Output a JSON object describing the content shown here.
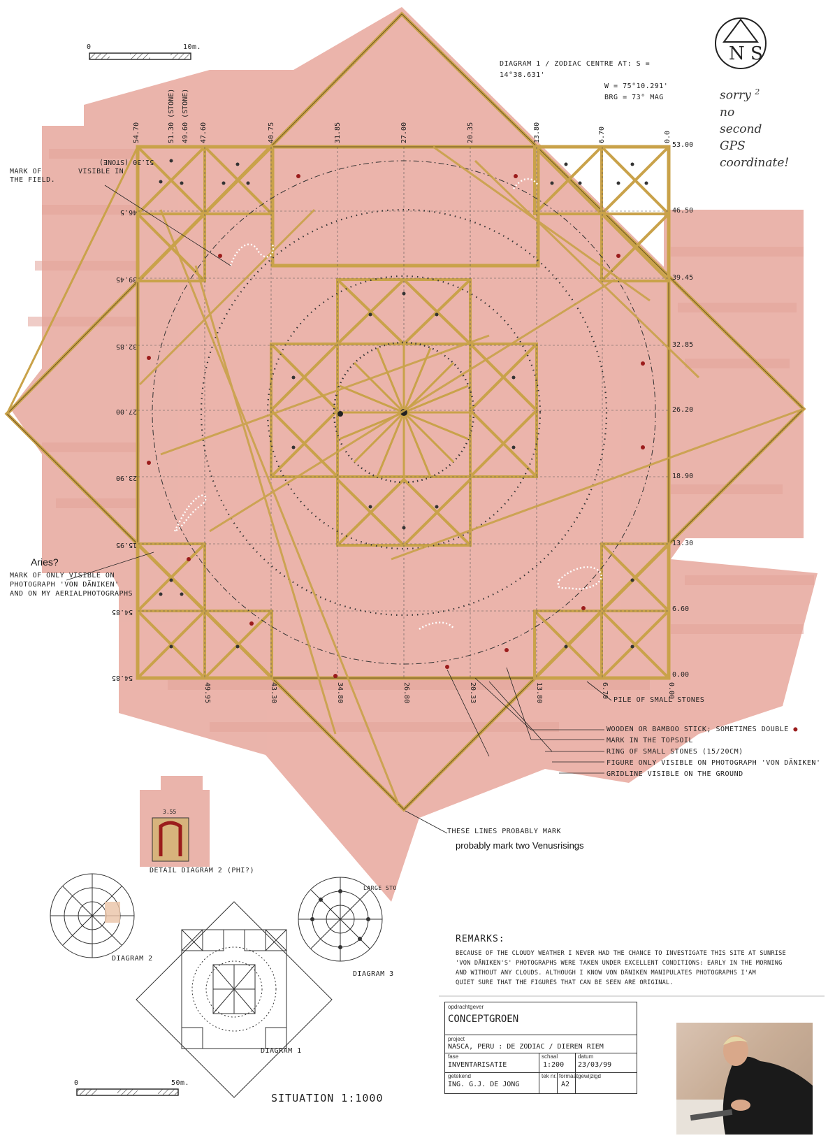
{
  "scale_bars": {
    "top": {
      "start": "0",
      "end": "10m."
    },
    "bottom": {
      "start": "0",
      "end": "50m."
    }
  },
  "compass": {
    "letters": "N S"
  },
  "title": {
    "line1": "DIAGRAM 1 / ZODIAC CENTRE AT: S = 14°38.631'",
    "line2": "W = 75°10.291'",
    "line3": "BRG = 73° MAG"
  },
  "note_sorry": {
    "l1": "sorry",
    "l2": "2",
    "l3": "no",
    "l4": "second",
    "l5": "GPS",
    "l6": "coordinate!"
  },
  "mark_field": {
    "left": "MARK OF\nTHE FIELD.",
    "right": "VISIBLE IN"
  },
  "aries": {
    "label": "Aries?",
    "l1": "MARK OF      ONLY VISIBLE ON",
    "l2": "PHOTOGRAPH 'VON DÄNIKEN'",
    "l3": "AND ON MY AERIALPHOTOGRAPHS"
  },
  "top_coords": [
    "54.70",
    "51.30 (STONE)",
    "49.60 (STONE)",
    "47.60",
    "40.75",
    "31.85",
    "27.00",
    "20.35",
    "13.80",
    "6.70",
    "0.0"
  ],
  "left_coords": [
    "51.30 (STONE)",
    "46.5",
    "39.45",
    "32.85",
    "27.00",
    "23.90",
    "15.95",
    "54.85",
    "54.85"
  ],
  "right_coords": [
    "53.00",
    "46.50",
    "39.45",
    "32.85",
    "26.20",
    "18.90",
    "13.30",
    "6.60",
    "0.00"
  ],
  "bottom_coords": [
    "49.95",
    "43.30",
    "34.80",
    "26.80",
    "20.33",
    "13.80",
    "6.70",
    "0.00"
  ],
  "legend": {
    "pile": "PILE OF SMALL STONES",
    "items": [
      "WOODEN OR BAMBOO STICK; SOMETIMES DOUBLE",
      "MARK IN THE TOPSOIL",
      "RING OF SMALL STONES  (15/20CM)",
      "FIGURE ONLY VISIBLE ON PHOTOGRAPH 'VON DÄNIKEN'",
      "GRIDLINE  VISIBLE ON THE GROUND"
    ]
  },
  "lines_note": {
    "l1": "THESE LINES PROBABLY MARK",
    "l2": "probably mark two Venusrisings"
  },
  "detail": {
    "label": "DETAIL DIAGRAM 2 (PHI?)",
    "dim": "3.55"
  },
  "diagram_labels": {
    "d1": "DIAGRAM 1",
    "d2": "DIAGRAM 2",
    "d3": "DIAGRAM 3",
    "large": "LARGE STO"
  },
  "situation": "SITUATION  1:1000",
  "remarks": {
    "title": "REMARKS:",
    "l1": "BECAUSE OF THE CLOUDY WEATHER I NEVER HAD THE CHANCE TO INVESTIGATE THIS SITE AT SUNRISE",
    "l2": "'VON DÄNIKEN'S' PHOTOGRAPHS WERE TAKEN UNDER EXCELLENT CONDITIONS: EARLY IN THE MORNING",
    "l3": "AND WITHOUT ANY CLOUDS. ALTHOUGH I KNOW VON DÄNIKEN MANIPULATES PHOTOGRAPHS I'AM",
    "l4": "QUIET SURE THAT THE FIGURES THAT CAN BE SEEN ARE ORIGINAL."
  },
  "titleblock": {
    "opdrachtgever_label": "opdrachtgever",
    "opdrachtgever": "CONCEPTGROEN",
    "project_label": "project",
    "project": "NASCA, PERU : DE ZODIAC / DIEREN RIEM",
    "fase_label": "fase",
    "fase": "INVENTARISATIE",
    "schaal_label": "schaal",
    "schaal": "1:200",
    "datum_label": "datum",
    "datum": "23/03/99",
    "getekend_label": "getekend",
    "getekend": "ING. G.J. DE JONG",
    "teknr_label": "tek nr.",
    "formaat_label": "formaat",
    "formaat": "A2",
    "gewijzigd_label": "gewijzigd"
  },
  "colors": {
    "wash": "#e9aea4",
    "frame": "#c9a24a",
    "ink": "#2a2a2a",
    "marker": "#9b1c1c"
  }
}
